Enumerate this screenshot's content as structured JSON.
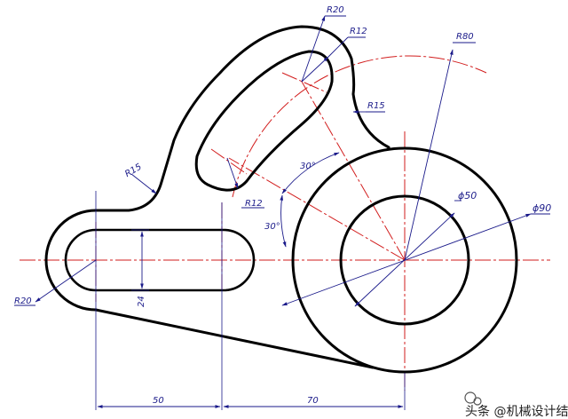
{
  "drawing": {
    "dimensions": {
      "r20_top": "R20",
      "r12_top": "R12",
      "r80": "R80",
      "r15_right": "R15",
      "r15_left": "R15",
      "angle_30_upper": "30°",
      "angle_30_lower": "30°",
      "phi50": "ϕ50",
      "phi90": "ϕ90",
      "r12_bottom": "R12",
      "r20_left": "R20",
      "v24": "24",
      "h50": "50",
      "h70": "70"
    },
    "watermark": "头条 @机械设计结",
    "colors": {
      "outline": "#000000",
      "centerline": "#d21e1e",
      "dimension": "#1a1a8a"
    }
  }
}
